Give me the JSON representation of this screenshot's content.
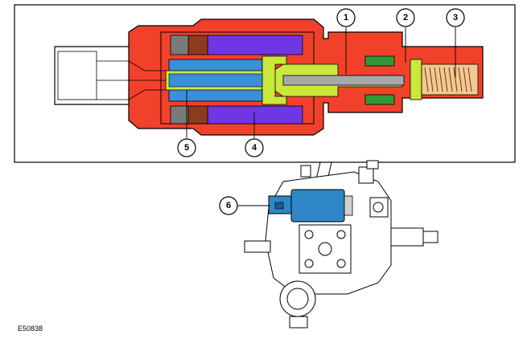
{
  "figure_id": "E50838",
  "callouts": {
    "c1": "1",
    "c2": "2",
    "c3": "3",
    "c4": "4",
    "c5": "5",
    "c6": "6"
  },
  "colors": {
    "housing": "#f2412b",
    "housing_dark": "#c8281a",
    "coil": "#6f36e6",
    "armature": "#3b8fd9",
    "plunger": "#c8e83c",
    "spring_area": "#f4c891",
    "seal_green": "#2f9a3a",
    "valve_blue": "#2e86c6"
  }
}
